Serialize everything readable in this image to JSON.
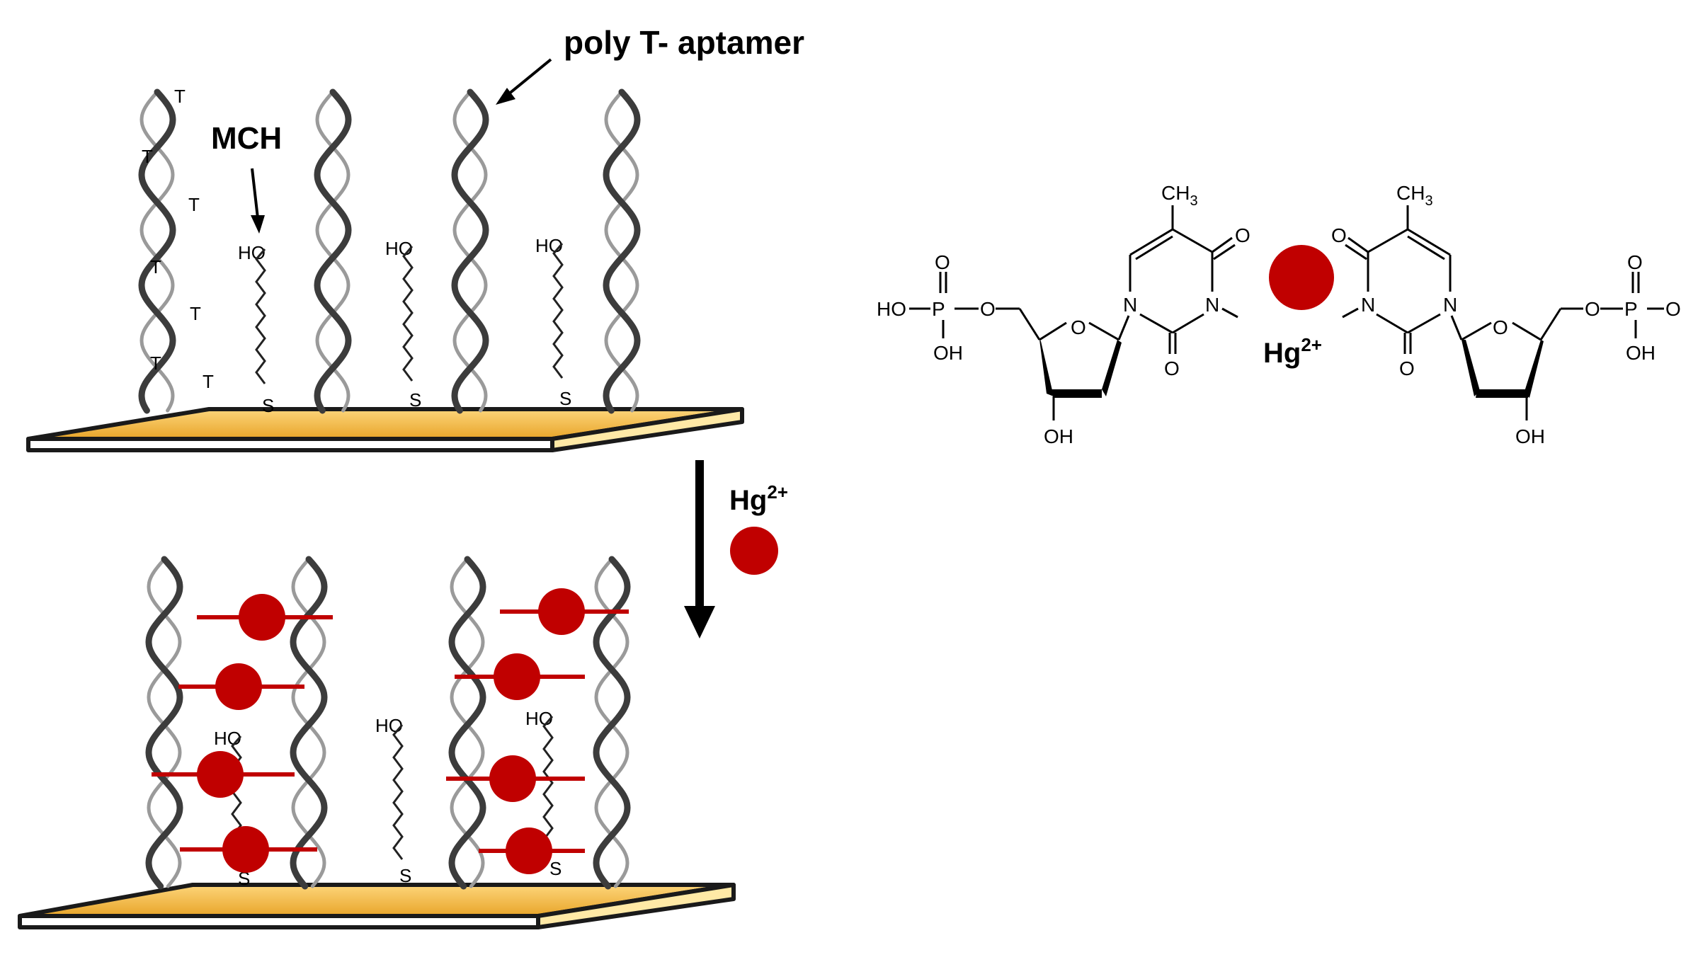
{
  "labels": {
    "poly_t_aptamer": "poly T- aptamer",
    "mch": "MCH",
    "hg_reagent_symbol": "Hg",
    "hg_reagent_charge": "2+",
    "hg_complex_symbol": "Hg",
    "hg_complex_charge": "2+"
  },
  "thymine_letters": [
    "T",
    "T",
    "T",
    "T",
    "T",
    "T",
    "T"
  ],
  "mch_chain": {
    "hydroxyl": "HO",
    "sulfur": "S"
  },
  "chemical_structure": {
    "left": {
      "methyl": "CH",
      "methyl_sub": "3",
      "phosphate_hydroxyl_left": "HO",
      "phosphorus": "P",
      "phosphate_oxo": "O",
      "phosphate_hydroxyl_bottom": "OH",
      "ester_oxygen": "O",
      "ring_oxygen": "O",
      "sugar_hydroxyl": "OH",
      "n1": "N",
      "n3": "N",
      "carbonyl_top": "O",
      "carbonyl_bottom": "O"
    },
    "right": {
      "methyl": "CH",
      "methyl_sub": "3",
      "phosphate_hydroxyl_right": "OH",
      "phosphorus": "P",
      "phosphate_oxo": "O",
      "phosphate_hydroxyl_bottom": "OH",
      "ester_oxygen": "O",
      "ring_oxygen": "O",
      "sugar_hydroxyl": "OH",
      "n1": "N",
      "n3": "N",
      "carbonyl_top": "O",
      "carbonyl_bottom": "O"
    }
  },
  "colors": {
    "gold_top": "#f6c04a",
    "gold_light": "#ffe9a6",
    "gold_edge": "#1a1a1a",
    "mercury": "#c00000",
    "hg_bridge": "#c00000",
    "strand_dark": "#3c3c3c",
    "strand_light": "#9a9a9a"
  }
}
